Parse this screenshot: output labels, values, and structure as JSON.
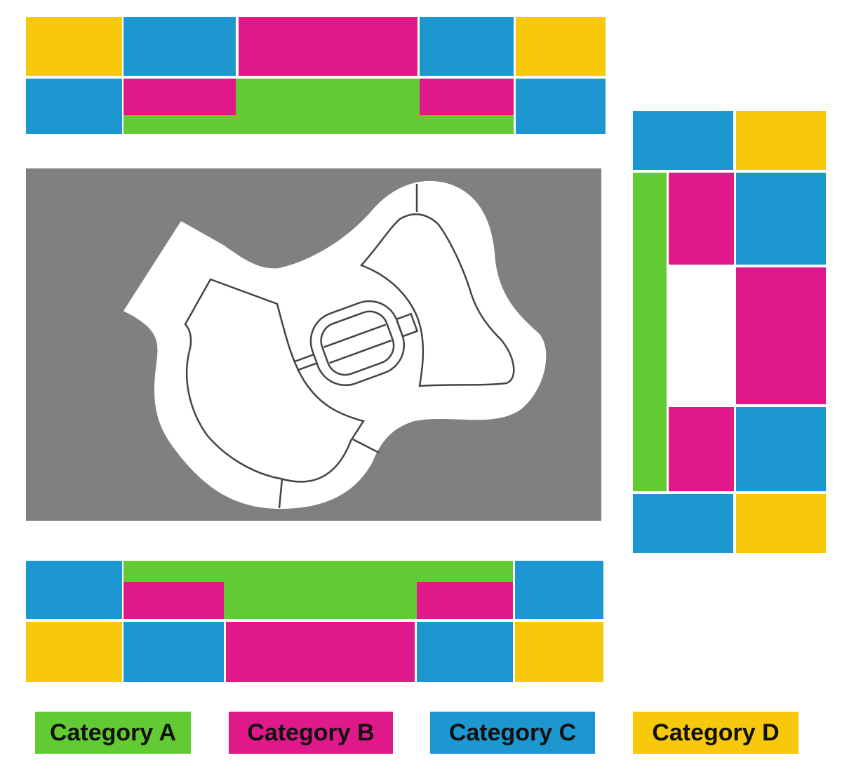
{
  "colors": {
    "category_a": "#62cb33",
    "category_b": "#e0198b",
    "category_c": "#1d97cf",
    "category_d": "#f7c80c",
    "stage_area": "#808080",
    "stage_shape": "#ffffff",
    "outline": "#444444"
  },
  "legend": [
    {
      "id": "A",
      "label": "Category A",
      "color_key": "category_a"
    },
    {
      "id": "B",
      "label": "Category B",
      "color_key": "category_b"
    },
    {
      "id": "C",
      "label": "Category C",
      "color_key": "category_c"
    },
    {
      "id": "D",
      "label": "Category D",
      "color_key": "category_d"
    }
  ],
  "sections": {
    "top": [
      "D",
      "C",
      "B",
      "C",
      "D",
      "C",
      "B",
      "A",
      "B",
      "C"
    ],
    "bottom": [
      "C",
      "A",
      "B",
      "B",
      "C",
      "D",
      "C",
      "B",
      "C",
      "D"
    ],
    "right": [
      "C",
      "D",
      "A",
      "B",
      "C",
      "B",
      "B",
      "C",
      "C",
      "D"
    ]
  }
}
